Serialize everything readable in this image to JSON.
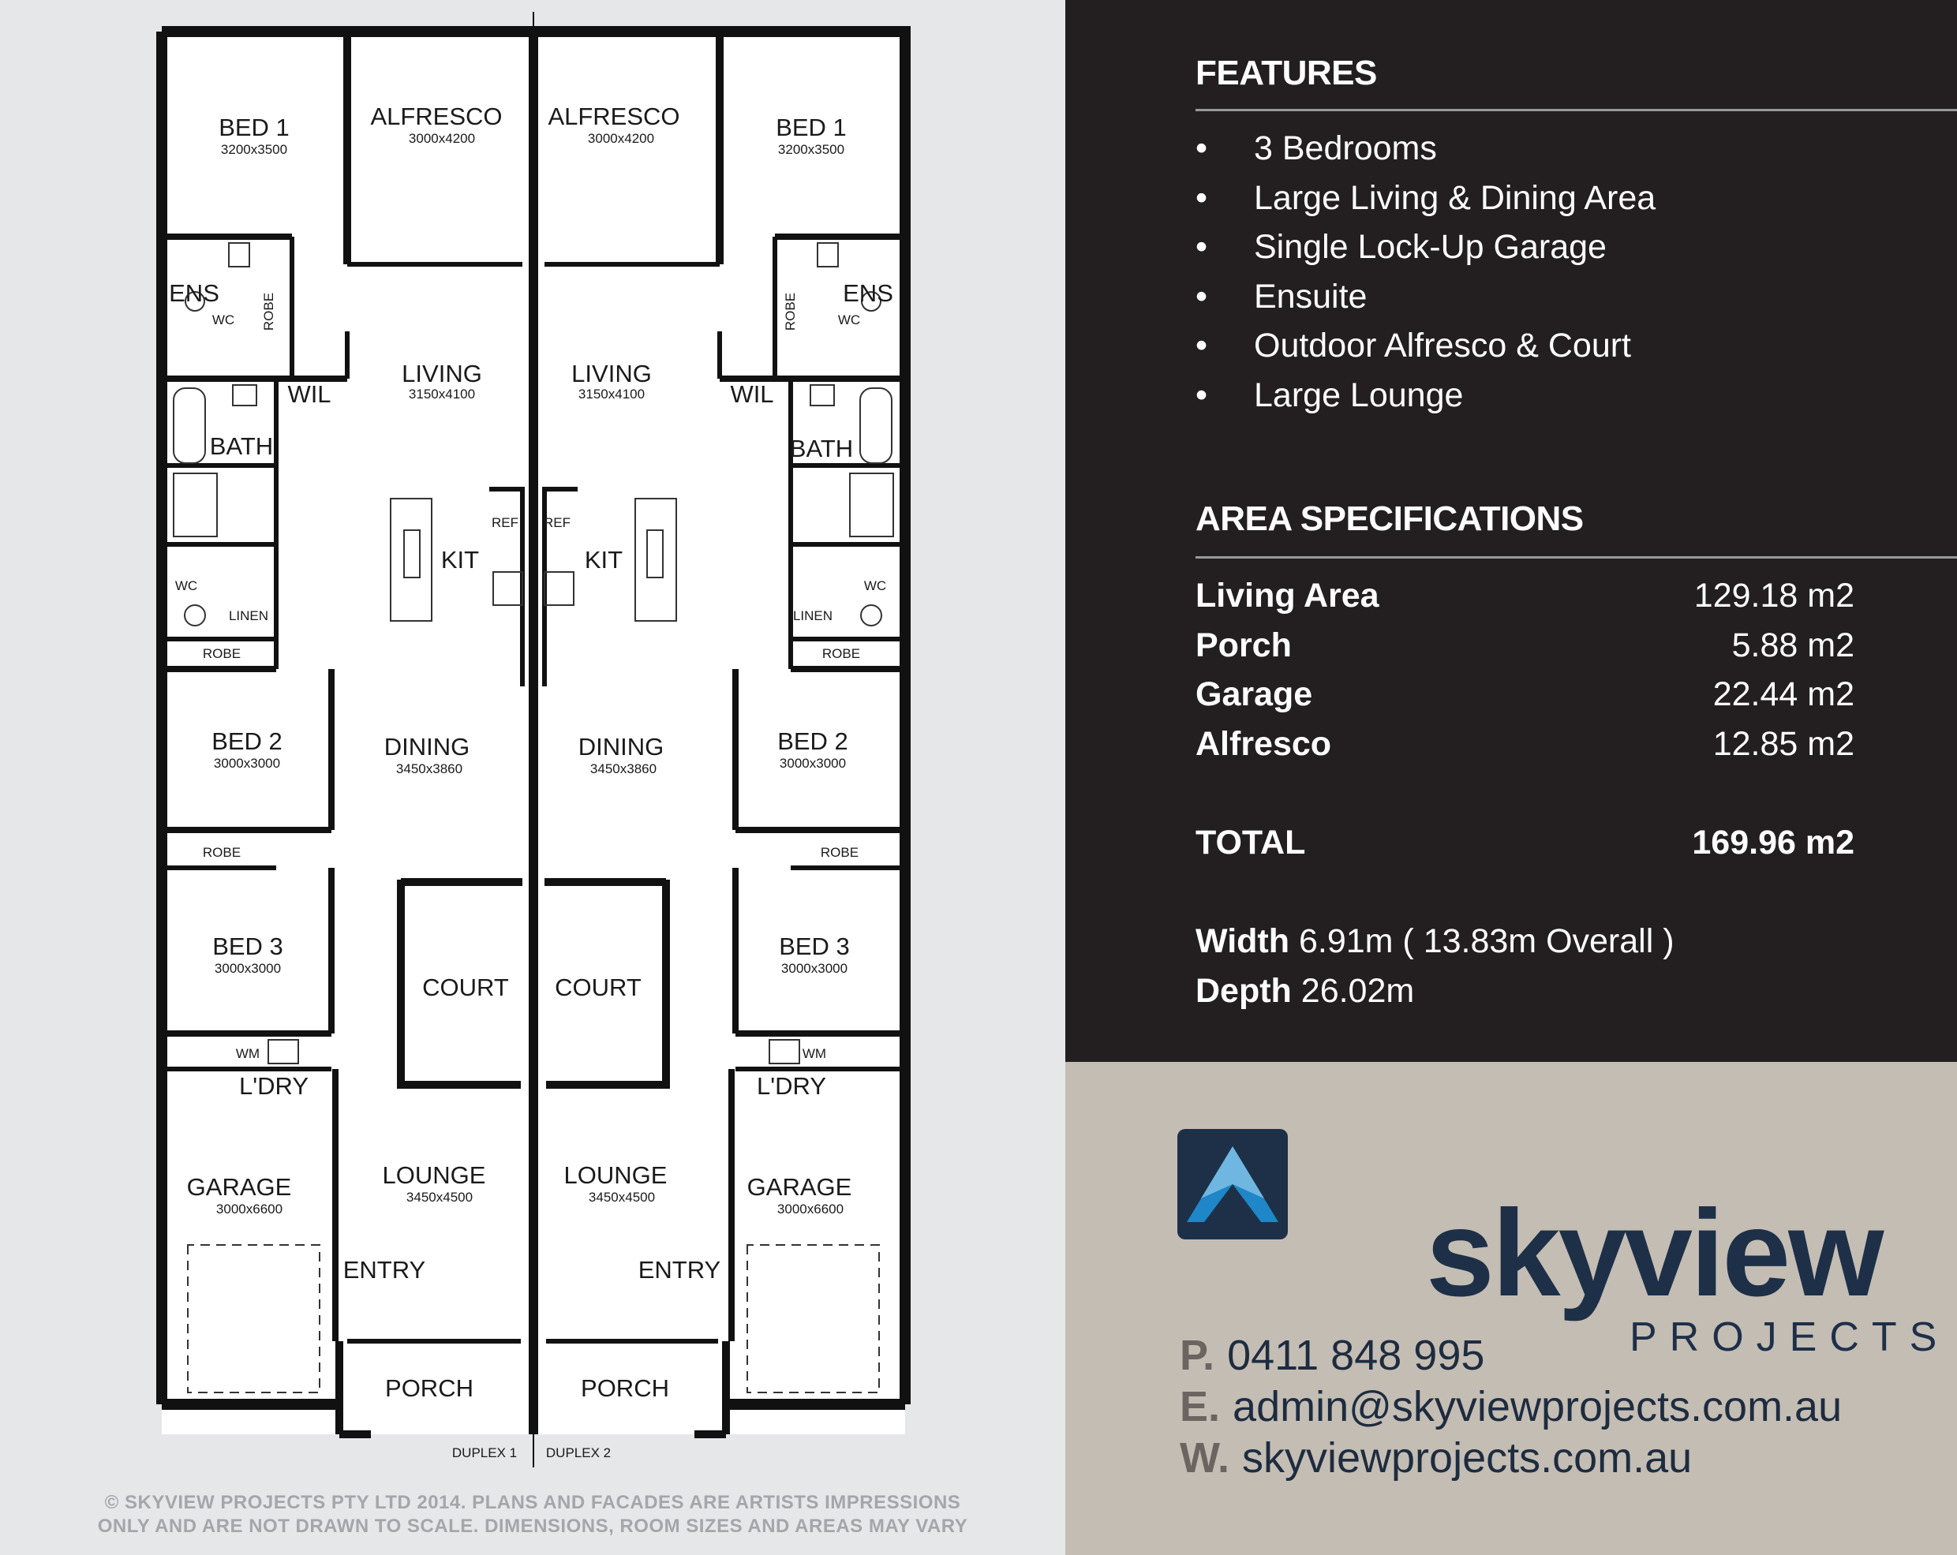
{
  "plan": {
    "rooms": [
      {
        "id": "bed1_l",
        "name": "BED 1",
        "dims": "3200x3500"
      },
      {
        "id": "alfresco_l",
        "name": "ALFRESCO",
        "dims": "3000x4200"
      },
      {
        "id": "alfresco_r",
        "name": "ALFRESCO",
        "dims": "3000x4200"
      },
      {
        "id": "bed1_r",
        "name": "BED 1",
        "dims": "3200x3500"
      },
      {
        "id": "ens_l",
        "name": "ENS",
        "dims": ""
      },
      {
        "id": "ens_r",
        "name": "ENS",
        "dims": ""
      },
      {
        "id": "living_l",
        "name": "LIVING",
        "dims": "3150x4100"
      },
      {
        "id": "living_r",
        "name": "LIVING",
        "dims": "3150x4100"
      },
      {
        "id": "wil_l",
        "name": "WIL",
        "dims": ""
      },
      {
        "id": "wil_r",
        "name": "WIL",
        "dims": ""
      },
      {
        "id": "bath_l",
        "name": "BATH",
        "dims": ""
      },
      {
        "id": "bath_r",
        "name": "BATH",
        "dims": ""
      },
      {
        "id": "kit_l",
        "name": "KIT",
        "dims": ""
      },
      {
        "id": "kit_r",
        "name": "KIT",
        "dims": ""
      },
      {
        "id": "bed2_l",
        "name": "BED 2",
        "dims": "3000x3000"
      },
      {
        "id": "bed2_r",
        "name": "BED 2",
        "dims": "3000x3000"
      },
      {
        "id": "dining_l",
        "name": "DINING",
        "dims": "3450x3860"
      },
      {
        "id": "dining_r",
        "name": "DINING",
        "dims": "3450x3860"
      },
      {
        "id": "bed3_l",
        "name": "BED 3",
        "dims": "3000x3000"
      },
      {
        "id": "bed3_r",
        "name": "BED 3",
        "dims": "3000x3000"
      },
      {
        "id": "court_l",
        "name": "COURT",
        "dims": ""
      },
      {
        "id": "court_r",
        "name": "COURT",
        "dims": ""
      },
      {
        "id": "ldry_l",
        "name": "L'DRY",
        "dims": ""
      },
      {
        "id": "ldry_r",
        "name": "L'DRY",
        "dims": ""
      },
      {
        "id": "garage_l",
        "name": "GARAGE",
        "dims": "3000x6600"
      },
      {
        "id": "garage_r",
        "name": "GARAGE",
        "dims": "3000x6600"
      },
      {
        "id": "lounge_l",
        "name": "LOUNGE",
        "dims": "3450x4500"
      },
      {
        "id": "lounge_r",
        "name": "LOUNGE",
        "dims": "3450x4500"
      },
      {
        "id": "entry_l",
        "name": "ENTRY",
        "dims": ""
      },
      {
        "id": "entry_r",
        "name": "ENTRY",
        "dims": ""
      },
      {
        "id": "porch_l",
        "name": "PORCH",
        "dims": ""
      },
      {
        "id": "porch_r",
        "name": "PORCH",
        "dims": ""
      }
    ],
    "labels": {
      "robe": "ROBE",
      "wc": "WC",
      "linen": "LINEN",
      "ref": "REF",
      "wm": "WM",
      "duplex1": "DUPLEX 1",
      "duplex2": "DUPLEX 2"
    },
    "copyright": [
      "© SKYVIEW PROJECTS PTY LTD 2014.  PLANS AND FACADES ARE ARTISTS IMPRESSIONS",
      "ONLY AND ARE NOT DRAWN TO SCALE.  DIMENSIONS, ROOM SIZES AND AREAS MAY VARY"
    ]
  },
  "features": {
    "title": "FEATURES",
    "bullet": "•",
    "items": [
      "3 Bedrooms",
      "Large Living & Dining Area",
      "Single Lock-Up Garage",
      "Ensuite",
      "Outdoor Alfresco & Court",
      "Large Lounge"
    ]
  },
  "areas": {
    "title": "AREA SPECIFICATIONS",
    "rows": [
      {
        "label": "Living Area",
        "value": "129.18 m2"
      },
      {
        "label": "Porch",
        "value": "5.88 m2"
      },
      {
        "label": "Garage",
        "value": "22.44 m2"
      },
      {
        "label": "Alfresco",
        "value": "12.85 m2"
      }
    ],
    "total": {
      "label": "TOTAL",
      "value": "169.96 m2"
    },
    "width": {
      "label": "Width",
      "value": "6.91m  ( 13.83m Overall )"
    },
    "depth": {
      "label": "Depth",
      "value": "26.02m"
    }
  },
  "brand": {
    "name": "skyview",
    "sub": "PROJECTS",
    "colors": {
      "navy": "#1e3048",
      "blue": "#1f86c7",
      "light_blue": "#6fb7e0",
      "dark_panel": "#231f20",
      "light_panel": "#c4bdb4"
    }
  },
  "contact": {
    "phone": {
      "key": "P.",
      "value": "0411 848 995"
    },
    "email": {
      "key": "E.",
      "value": "admin@skyviewprojects.com.au"
    },
    "web": {
      "key": "W.",
      "value": "skyviewprojects.com.au"
    }
  }
}
